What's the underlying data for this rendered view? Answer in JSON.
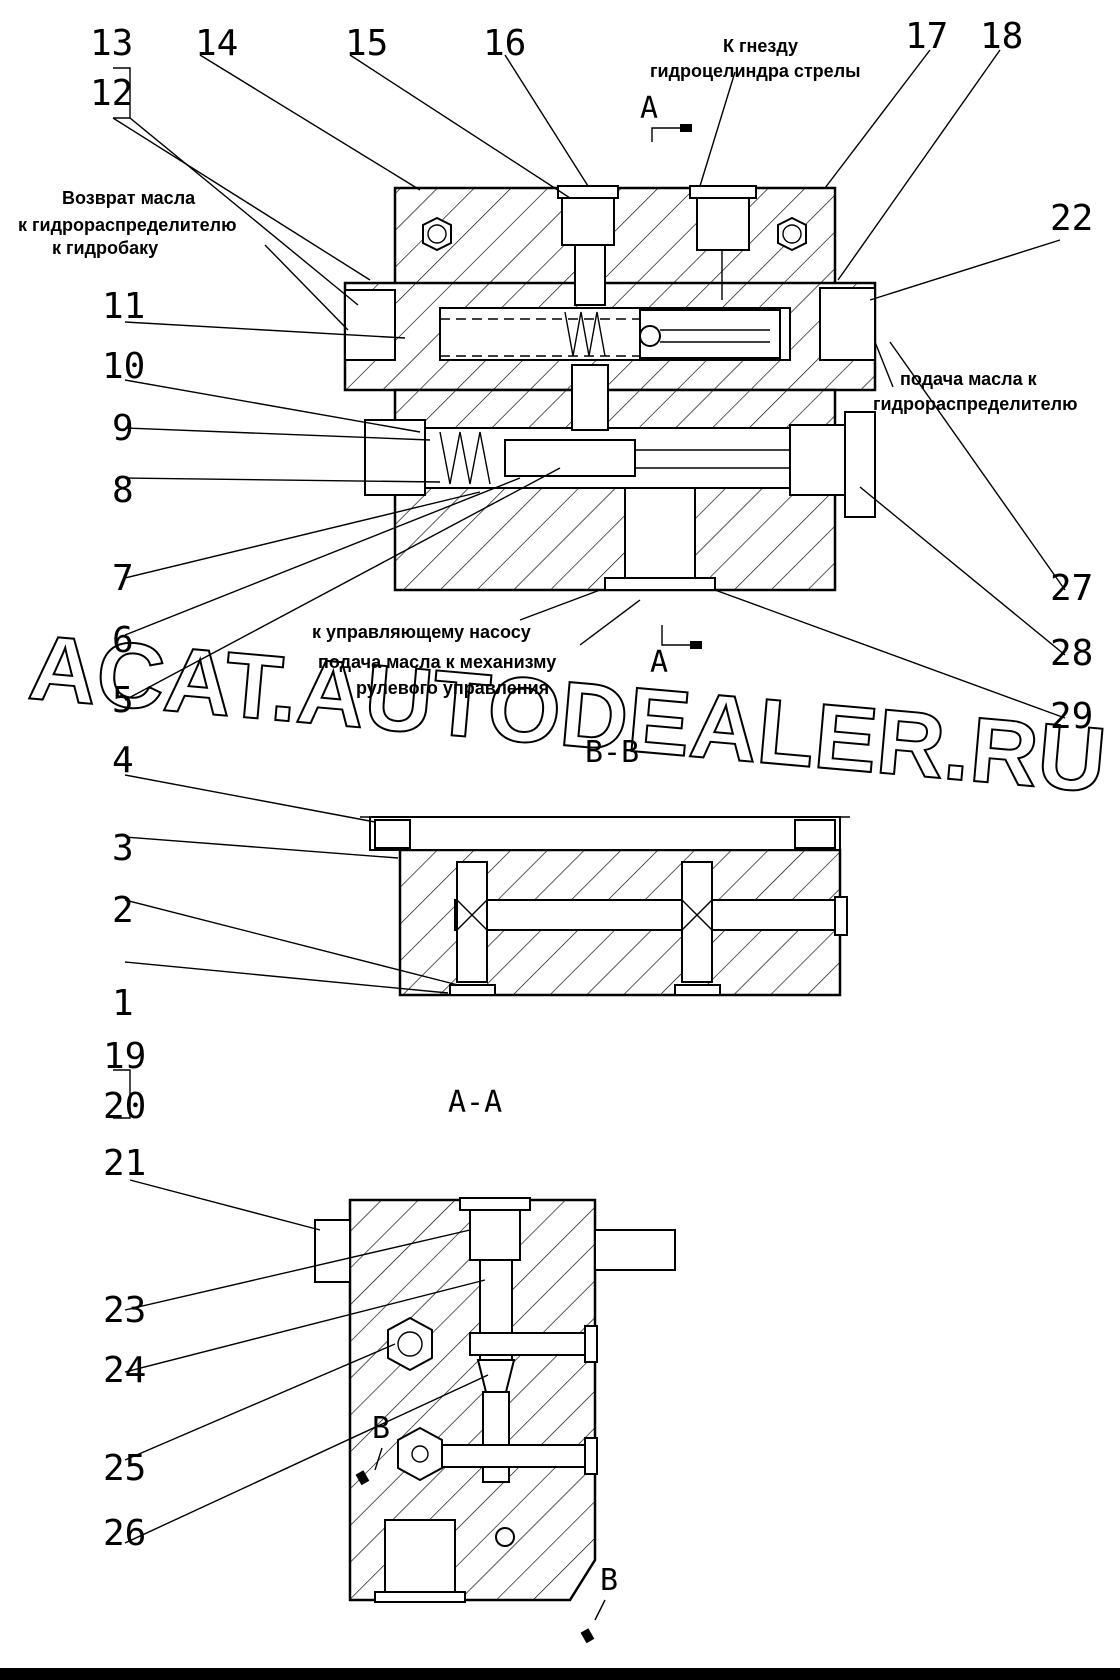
{
  "annotations": {
    "cylinder_socket": [
      "К гнезду",
      "гидроцелиндра стрелы"
    ],
    "oil_return": [
      "Возврат масла",
      "к гидрораспределителю",
      "к гидробаку"
    ],
    "oil_supply_distributor": [
      "подача масла к",
      "гидрораспределителю"
    ],
    "control_pump": "к управляющему насосу",
    "steering_supply": [
      "подача масла к механизму",
      "рулевого управления"
    ]
  },
  "sections": {
    "section_a": "А",
    "section_a_bottom": "А",
    "section_bb": "B-B",
    "section_aa": "А-А",
    "section_b": "B",
    "section_b_bottom": "B"
  },
  "part_numbers": {
    "n1": "1",
    "n2": "2",
    "n3": "3",
    "n4": "4",
    "n5": "5",
    "n6": "6",
    "n7": "7",
    "n8": "8",
    "n9": "9",
    "n10": "10",
    "n11": "11",
    "n12": "12",
    "n13": "13",
    "n14": "14",
    "n15": "15",
    "n16": "16",
    "n17": "17",
    "n18": "18",
    "n19": "19",
    "n20": "20",
    "n21": "21",
    "n22": "22",
    "n23": "23",
    "n24": "24",
    "n25": "25",
    "n26": "26",
    "n27": "27",
    "n28": "28",
    "n29": "29"
  },
  "watermark": "ACAT.AUTODEALER.RU"
}
